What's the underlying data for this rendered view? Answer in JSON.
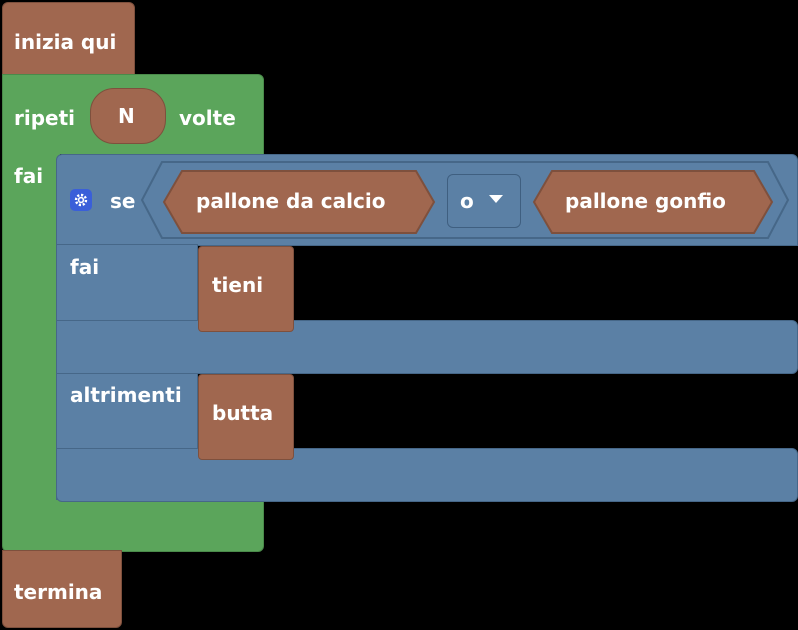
{
  "blocks": {
    "start": {
      "label": "inizia qui"
    },
    "repeat": {
      "prefix": "ripeti",
      "count": "N",
      "suffix": "volte",
      "do_label": "fai"
    },
    "if": {
      "se_label": "se",
      "cond_left": "pallone da calcio",
      "operator": "o",
      "cond_right": "pallone gonfio",
      "then_label": "fai",
      "else_label": "altrimenti"
    },
    "then_action": {
      "label": "tieni"
    },
    "else_action": {
      "label": "butta"
    },
    "end": {
      "label": "termina"
    }
  },
  "colors": {
    "event": "#a0674f",
    "loop": "#5ba55b",
    "logic": "#5b80a5",
    "mutator": "#3a5fd9"
  }
}
